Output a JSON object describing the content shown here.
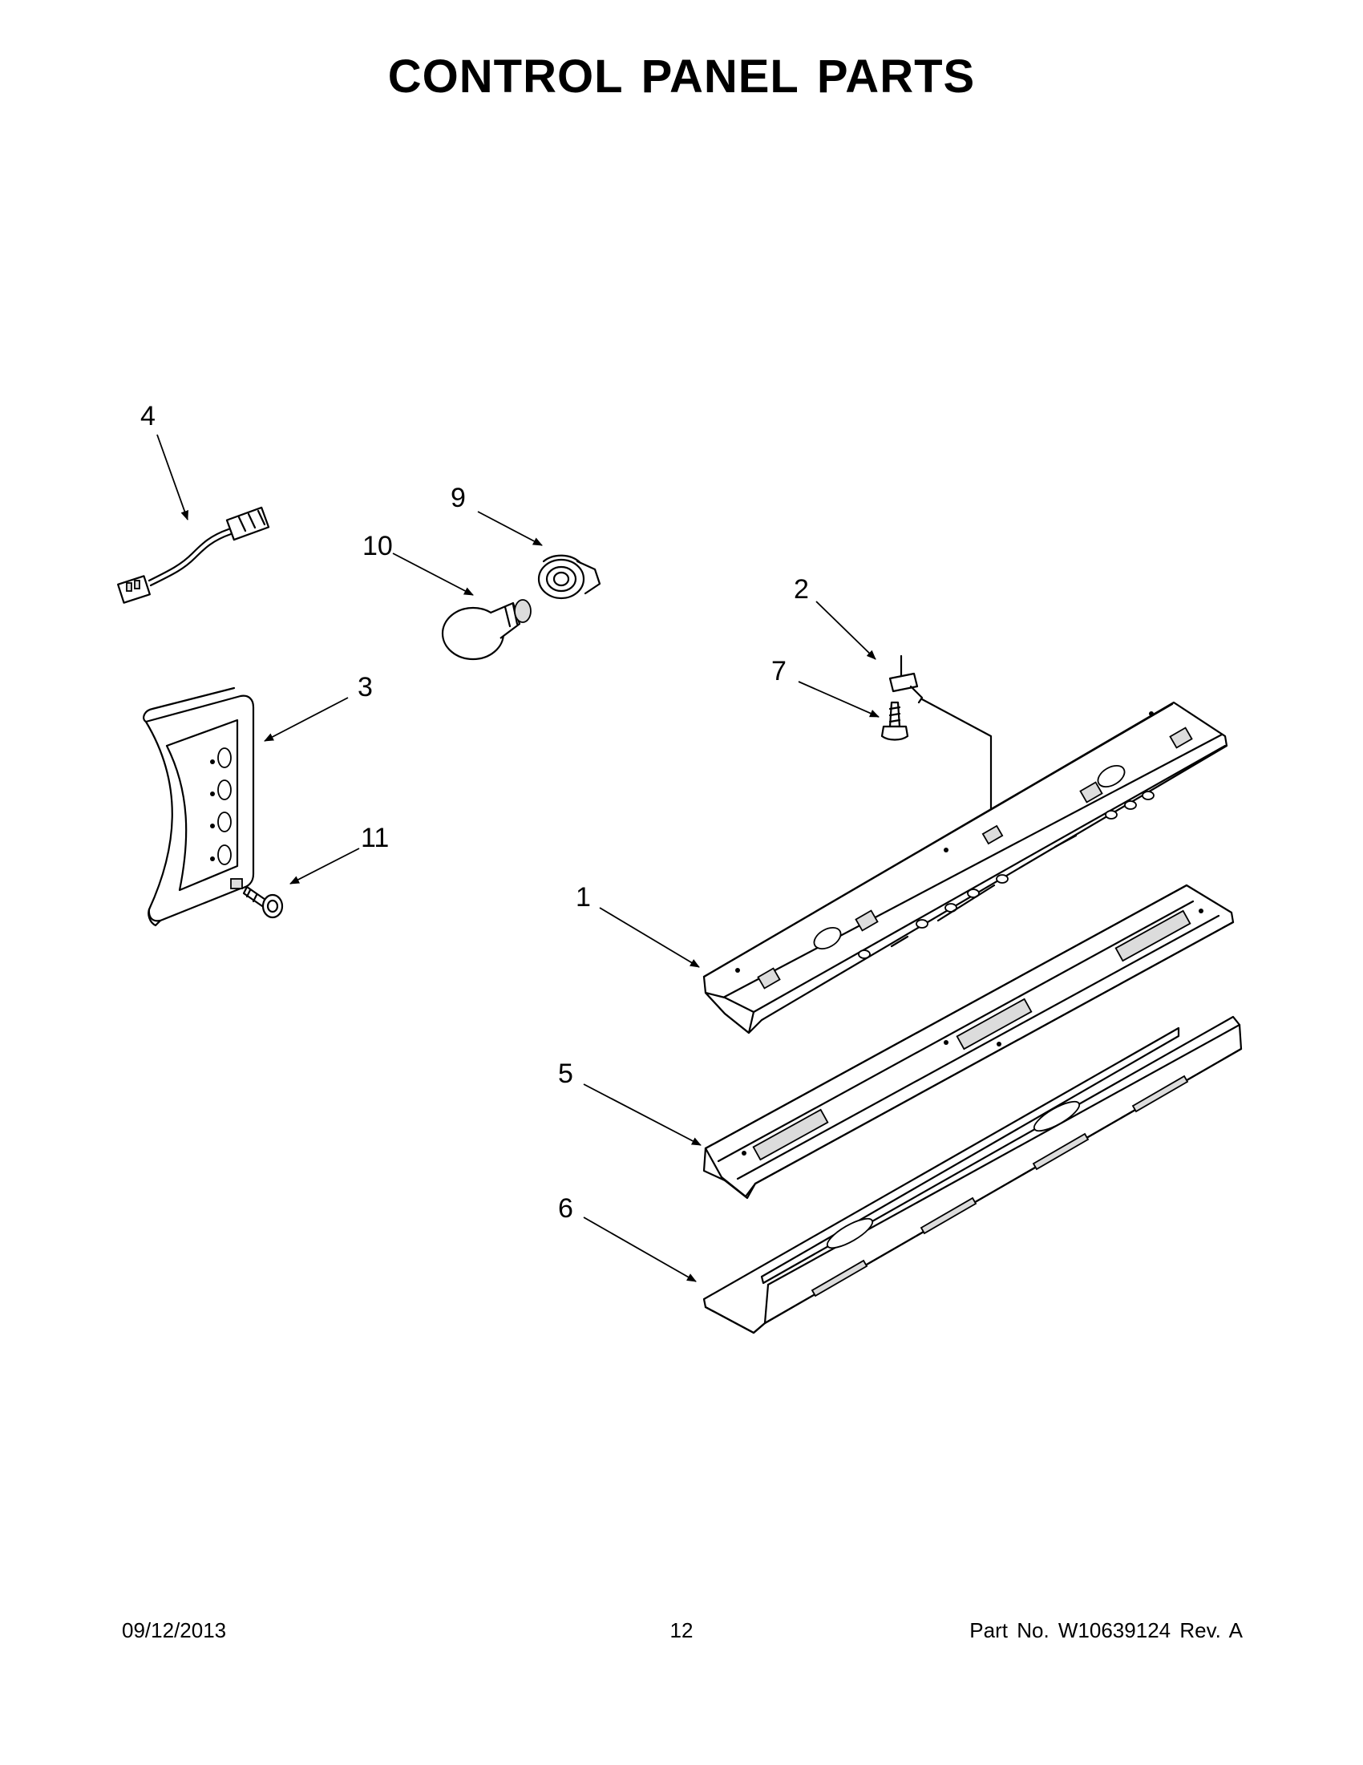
{
  "title": "CONTROL PANEL PARTS",
  "callouts": {
    "c1": "1",
    "c2": "2",
    "c3": "3",
    "c4": "4",
    "c5": "5",
    "c6": "6",
    "c7": "7",
    "c9": "9",
    "c10": "10",
    "c11": "11"
  },
  "footer": {
    "date": "09/12/2013",
    "page": "12",
    "part_number": "Part No.  W10639124  Rev.  A"
  }
}
